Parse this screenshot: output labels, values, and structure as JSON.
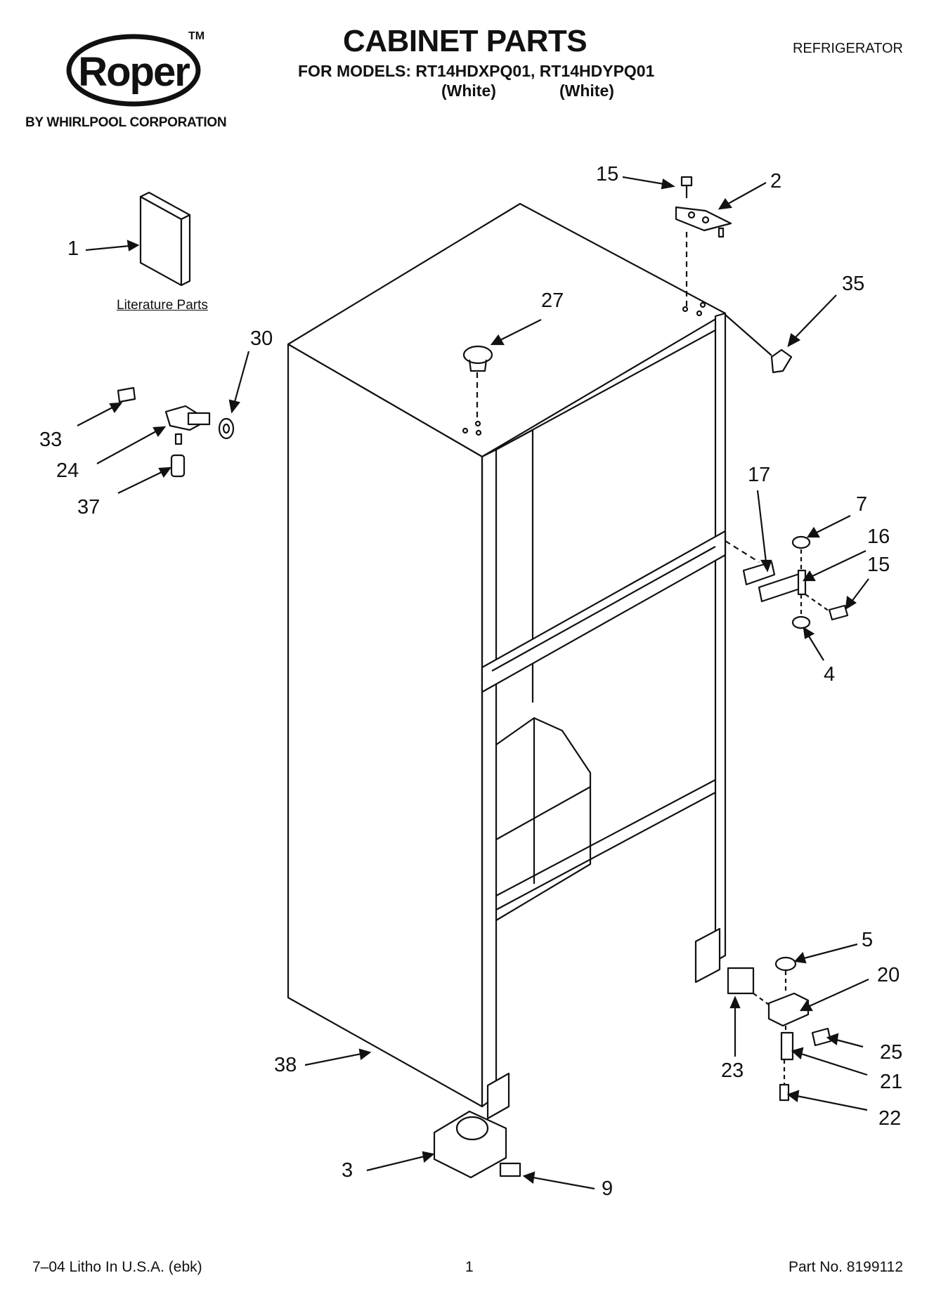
{
  "header": {
    "brand": "Roper",
    "trademark": "TM",
    "brand_sub": "BY WHIRLPOOL CORPORATION",
    "title": "CABINET PARTS",
    "models_line": "FOR MODELS: RT14HDXPQ01, RT14HDYPQ01",
    "variant_1": "(White)",
    "variant_2": "(White)",
    "category": "REFRIGERATOR"
  },
  "diagram": {
    "literature_label": "Literature Parts",
    "callouts": [
      "1",
      "2",
      "3",
      "4",
      "5",
      "7",
      "9",
      "15",
      "15",
      "16",
      "17",
      "20",
      "21",
      "22",
      "23",
      "24",
      "25",
      "27",
      "30",
      "33",
      "35",
      "37",
      "38"
    ]
  },
  "footer": {
    "litho": "7–04 Litho In U.S.A. (ebk)",
    "page": "1",
    "part_no": "Part No. 8199112"
  }
}
